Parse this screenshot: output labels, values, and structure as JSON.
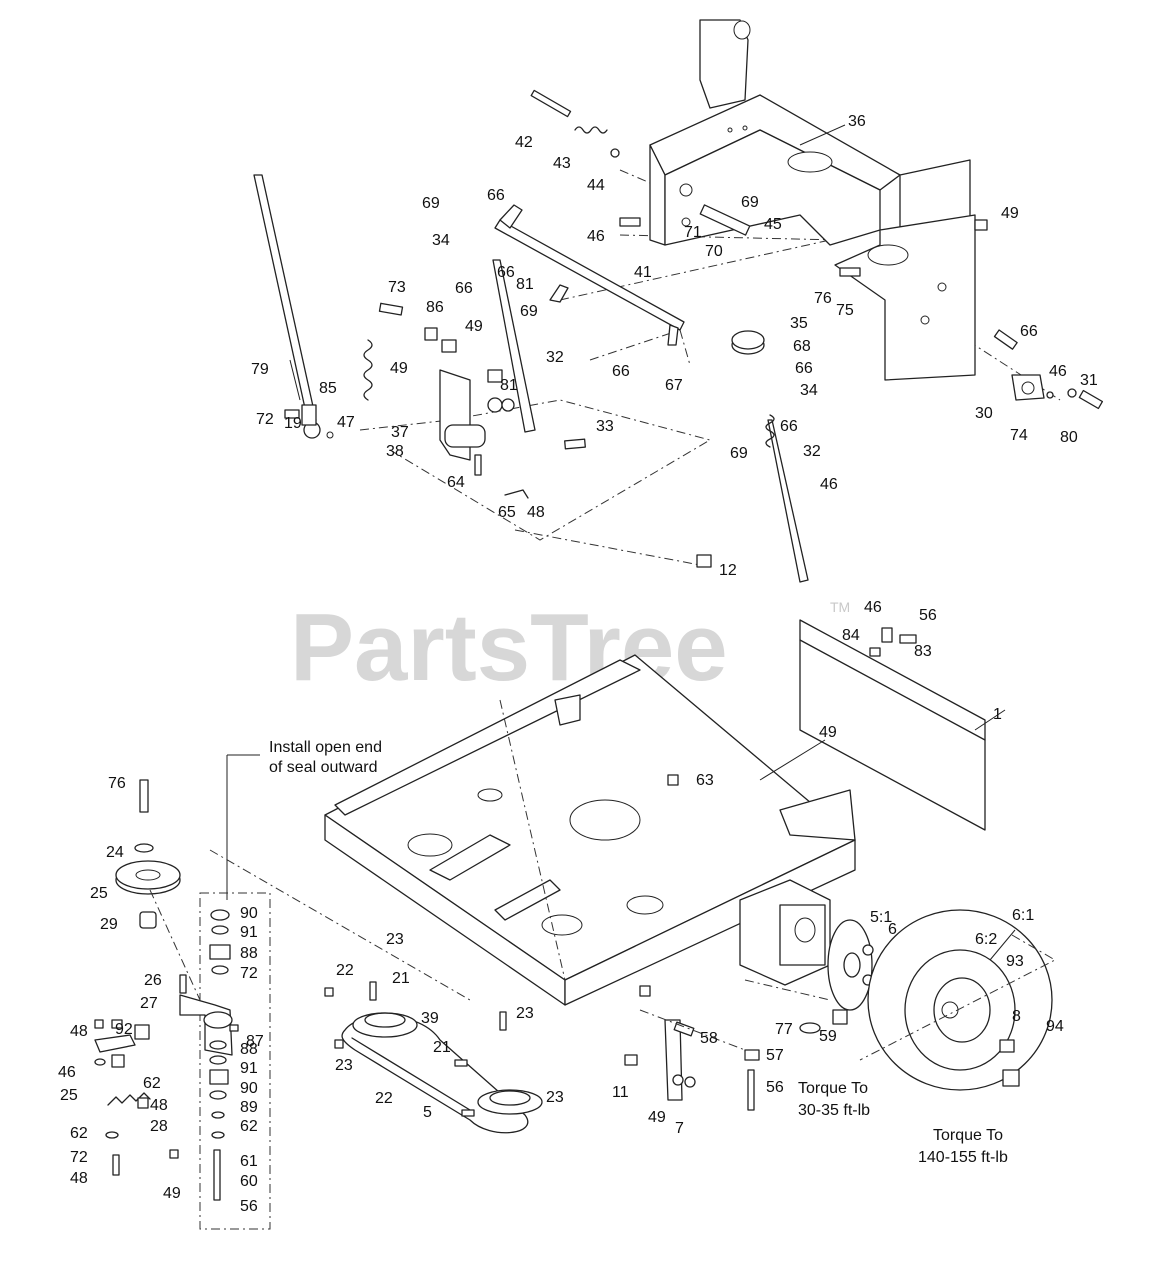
{
  "watermark": {
    "text": "PartsTree",
    "tm": "TM"
  },
  "notes": {
    "seal_line1": "Install open end",
    "seal_line2": "of seal outward",
    "torque_hub_line1": "Torque To",
    "torque_hub_line2": "30-35 ft-lb",
    "torque_wheel_line1": "Torque To",
    "torque_wheel_line2": "140-155 ft-lb"
  },
  "callouts": [
    "36",
    "42",
    "43",
    "44",
    "69",
    "66",
    "34",
    "46",
    "71",
    "70",
    "69",
    "45",
    "49",
    "66",
    "81",
    "41",
    "66",
    "69",
    "73",
    "86",
    "49",
    "76",
    "75",
    "49",
    "79",
    "85",
    "72",
    "19",
    "47",
    "37",
    "38",
    "32",
    "35",
    "68",
    "66",
    "34",
    "81",
    "66",
    "67",
    "33",
    "66",
    "69",
    "32",
    "46",
    "66",
    "46",
    "31",
    "30",
    "74",
    "80",
    "64",
    "65",
    "48",
    "12",
    "46",
    "56",
    "84",
    "83",
    "1",
    "49",
    "63",
    "76",
    "24",
    "25",
    "29",
    "90",
    "91",
    "88",
    "72",
    "26",
    "27",
    "87",
    "88",
    "91",
    "90",
    "89",
    "62",
    "61",
    "60",
    "56",
    "48",
    "92",
    "46",
    "25",
    "62",
    "48",
    "28",
    "62",
    "72",
    "48",
    "49",
    "23",
    "22",
    "21",
    "39",
    "22",
    "23",
    "23",
    "21",
    "23",
    "5",
    "5:1",
    "6",
    "6:1",
    "6:2",
    "93",
    "77",
    "59",
    "58",
    "57",
    "56",
    "11",
    "49",
    "7",
    "8",
    "94"
  ]
}
